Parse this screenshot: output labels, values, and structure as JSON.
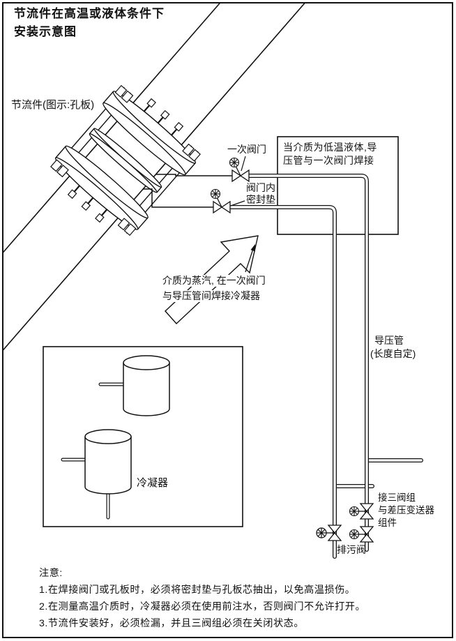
{
  "title": {
    "line1": "节流件在高温或液体条件下",
    "line2": "安装示意图"
  },
  "labels": {
    "throttle_element": "节流件(图示:孔板)",
    "primary_valve": "一次阀门",
    "valve_seal_line1": "阀门内",
    "valve_seal_line2": "密封垫",
    "low_temp_box_line1": "当介质为低温液体,导",
    "low_temp_box_line2": "压管与一次阀门焊接",
    "steam_note_line1": "介质为蒸汽, 在一次阀门",
    "steam_note_line2": "与导压管间焊接冷凝器",
    "impulse_pipe_line1": "导压管",
    "impulse_pipe_line2": "(长度自定)",
    "condenser": "冷凝器",
    "manifold_line1": "接三阀组",
    "manifold_line2": "与差压变送器",
    "manifold_line3": "组件",
    "drain_valve": "排污阀"
  },
  "notes": {
    "header": "注意:",
    "items": [
      "1.在焊接阀门或孔板时，必须将密封垫与孔板芯抽出，以免高温损伤。",
      "2.在测量高温介质时，冷凝器必须在使用前注水，否则阀门不允许打开。",
      "3.节流件安装好，必须检漏，并且三阀组必须在关闭状态。"
    ]
  },
  "colors": {
    "line": "#111111",
    "background": "#ffffff"
  }
}
